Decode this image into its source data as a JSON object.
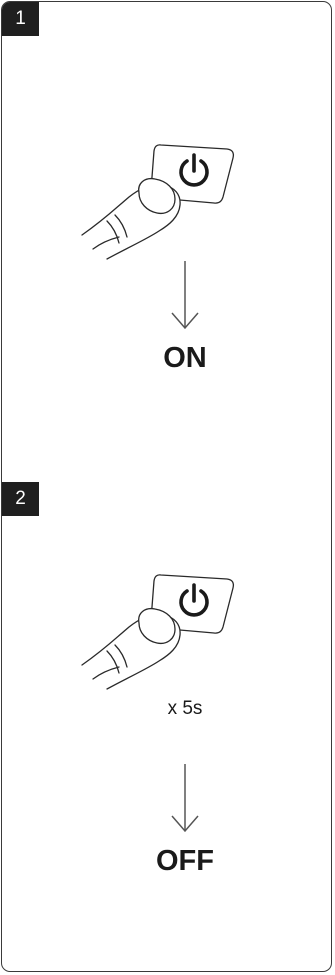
{
  "steps": [
    {
      "number": "1",
      "result": "ON"
    },
    {
      "number": "2",
      "hold": "x 5s",
      "result": "OFF"
    }
  ],
  "icons": {
    "button": "power-icon",
    "hand": "finger-press-icon",
    "arrow": "arrow-down-icon"
  },
  "colors": {
    "ink": "#1a1a1a",
    "badge": "#1f1f1f",
    "line": "#3a3a3a"
  }
}
